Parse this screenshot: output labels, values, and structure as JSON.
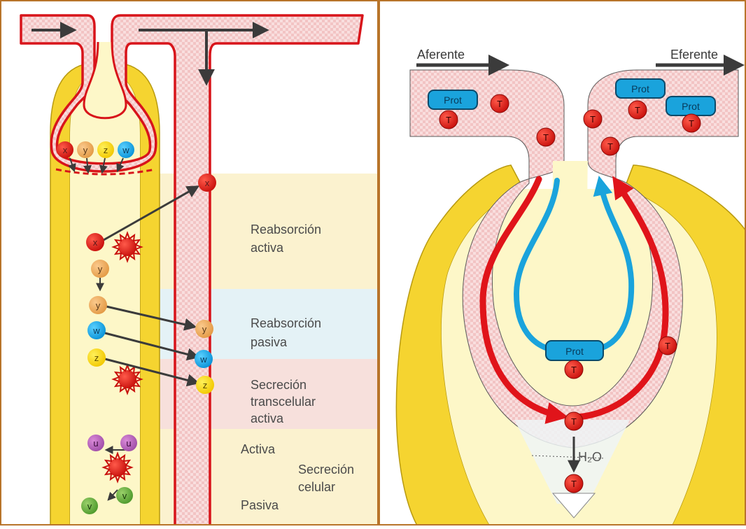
{
  "left_panel": {
    "labels": {
      "reabsorcion_activa_1": "Reabsorción",
      "reabsorcion_activa_2": "activa",
      "reabsorcion_pasiva_1": "Reabsorción",
      "reabsorcion_pasiva_2": "pasiva",
      "secrecion_trans_1": "Secreción",
      "secrecion_trans_2": "transcelular",
      "secrecion_trans_3": "activa",
      "activa": "Activa",
      "secrecion_celular_1": "Secreción",
      "secrecion_celular_2": "celular",
      "pasiva": "Pasiva"
    },
    "solutes": [
      "x",
      "y",
      "z",
      "w",
      "u",
      "v"
    ]
  },
  "right_panel": {
    "labels": {
      "aferente": "Aferente",
      "eferente": "Eferente",
      "prot": "Prot",
      "t": "T",
      "h2o": "H₂O"
    }
  },
  "colors": {
    "border": "#b8742a",
    "wall_yellow": "#f5d430",
    "cream": "#fdf7c8",
    "plasma_pink": "#f7d7d7",
    "vessel_red": "#d8141a",
    "arrow_blue": "#1aa3dc",
    "band_yellow": "#fbf2cf",
    "band_blue": "#e4f2f6",
    "band_pink": "#f7e0dc"
  }
}
